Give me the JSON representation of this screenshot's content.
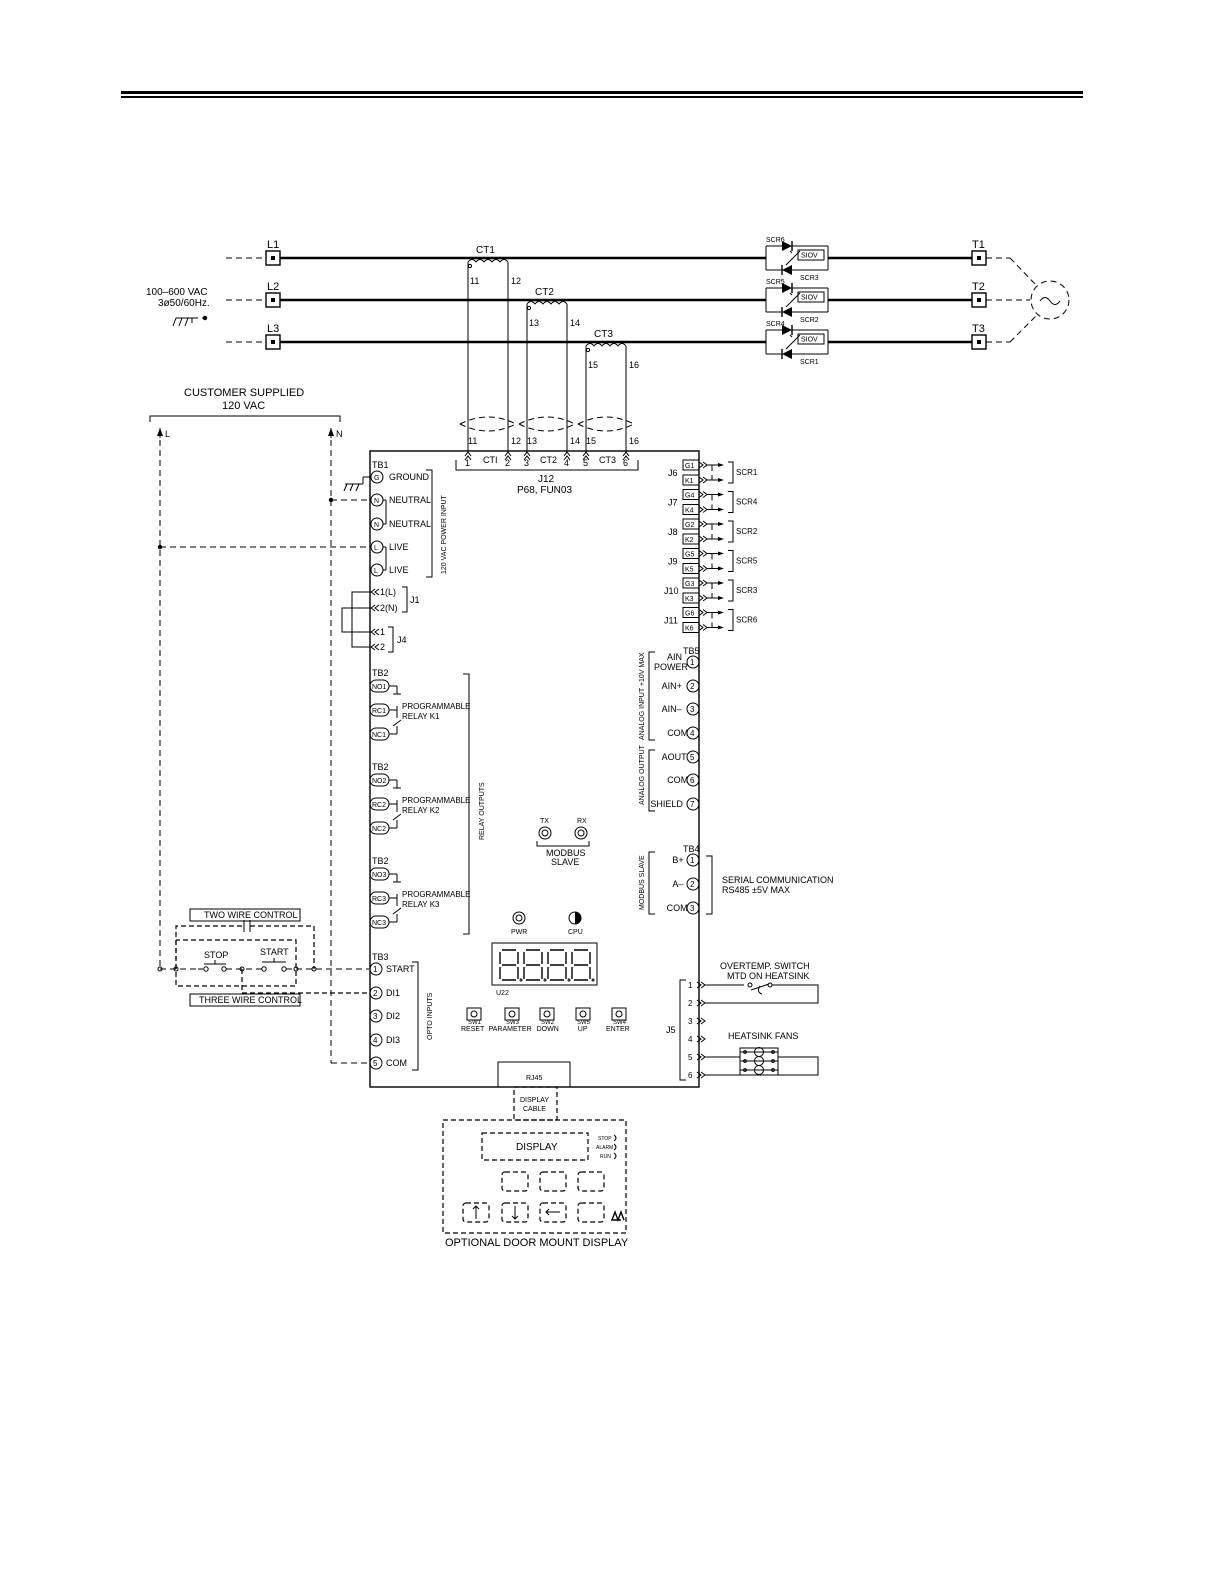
{
  "supply": {
    "lines": [
      "L1",
      "L2",
      "L3"
    ],
    "voltage": "100–600 VAC",
    "phase": "3ø50/60Hz.",
    "outputs": [
      "T1",
      "T2",
      "T3"
    ]
  },
  "cts": [
    {
      "label": "CT1",
      "t1": "11",
      "t2": "12"
    },
    {
      "label": "CT2",
      "t1": "13",
      "t2": "14"
    },
    {
      "label": "CT3",
      "t1": "15",
      "t2": "16"
    }
  ],
  "scr_top": [
    {
      "upper": "SCR6",
      "lower": "SCR3"
    },
    {
      "upper": "SCR5",
      "lower": "SCR2"
    },
    {
      "upper": "SCR4",
      "lower": "SCR1"
    }
  ],
  "siov": "SIOV",
  "customer": {
    "line1": "CUSTOMER SUPPLIED",
    "line2": "120 VAC",
    "l": "L",
    "n": "N"
  },
  "j12": {
    "pins": [
      "1",
      "2",
      "3",
      "4",
      "5",
      "6"
    ],
    "top": [
      "11",
      "12",
      "13",
      "14",
      "15",
      "16"
    ],
    "groups": [
      "CTI",
      "CT2",
      "CT3"
    ],
    "name": "J12",
    "sub": "P68, FUN03"
  },
  "tb1": {
    "name": "TB1",
    "rows": [
      {
        "pin": "G",
        "label": "GROUND"
      },
      {
        "pin": "N",
        "label": "NEUTRAL"
      },
      {
        "pin": "N",
        "label": "NEUTRAL"
      },
      {
        "pin": "L",
        "label": "LIVE"
      },
      {
        "pin": "L",
        "label": "LIVE"
      }
    ],
    "vertical": "120 VAC POWER INPUT"
  },
  "j1": {
    "name": "J1",
    "pins": [
      "1(L)",
      "2(N)"
    ]
  },
  "j4": {
    "name": "J4",
    "pins": [
      "1",
      "2"
    ]
  },
  "relays": [
    {
      "tb": "TB2",
      "pins": [
        "NO1",
        "RC1",
        "NC1"
      ],
      "l1": "PROGRAMMABLE",
      "l2": "RELAY K1"
    },
    {
      "tb": "TB2",
      "pins": [
        "NO2",
        "RC2",
        "NC2"
      ],
      "l1": "PROGRAMMABLE",
      "l2": "RELAY K2"
    },
    {
      "tb": "TB2",
      "pins": [
        "NO3",
        "RC3",
        "NC3"
      ],
      "l1": "PROGRAMMABLE",
      "l2": "RELAY K3"
    }
  ],
  "relay_outputs": "RELAY OUTPUTS",
  "tb3": {
    "name": "TB3",
    "rows": [
      {
        "pin": "1",
        "label": "START"
      },
      {
        "pin": "2",
        "label": "DI1"
      },
      {
        "pin": "3",
        "label": "DI2"
      },
      {
        "pin": "4",
        "label": "DI3"
      },
      {
        "pin": "5",
        "label": "COM"
      }
    ],
    "vertical": "OPTO INPUTS"
  },
  "control": {
    "two": "TWO WIRE CONTROL",
    "three": "THREE WIRE CONTROL",
    "stop": "STOP",
    "start": "START"
  },
  "gates": [
    {
      "j": "J6",
      "pins": [
        "G1",
        "K1"
      ],
      "scr": "SCR1"
    },
    {
      "j": "J7",
      "pins": [
        "G4",
        "K4"
      ],
      "scr": "SCR4"
    },
    {
      "j": "J8",
      "pins": [
        "G2",
        "K2"
      ],
      "scr": "SCR2"
    },
    {
      "j": "J9",
      "pins": [
        "G5",
        "K5"
      ],
      "scr": "SCR5"
    },
    {
      "j": "J10",
      "pins": [
        "G3",
        "K3"
      ],
      "scr": "SCR3"
    },
    {
      "j": "J11",
      "pins": [
        "G6",
        "K6"
      ],
      "scr": "SCR6"
    }
  ],
  "tb5": {
    "name": "TB5",
    "rows": [
      {
        "pin": "1",
        "label1": "AIN",
        "label2": "POWER"
      },
      {
        "pin": "2",
        "label1": "AIN+",
        "label2": ""
      },
      {
        "pin": "3",
        "label1": "AIN–",
        "label2": ""
      },
      {
        "pin": "4",
        "label1": "COM",
        "label2": ""
      },
      {
        "pin": "5",
        "label1": "AOUT",
        "label2": ""
      },
      {
        "pin": "6",
        "label1": "COM",
        "label2": ""
      },
      {
        "pin": "7",
        "label1": "SHIELD",
        "label2": ""
      }
    ],
    "analog_in": "ANALOG INPUT +10V MAX",
    "analog_out": "ANALOG OUTPUT"
  },
  "tb4": {
    "name": "TB4",
    "rows": [
      {
        "pin": "1",
        "label": "B+"
      },
      {
        "pin": "2",
        "label": "A–"
      },
      {
        "pin": "3",
        "label": "COM"
      }
    ],
    "vertical": "MODBUS SLAVE",
    "serial1": "SERIAL COMMUNICATION",
    "serial2": "RS485 ±5V MAX"
  },
  "leds": {
    "tx": "TX",
    "rx": "RX",
    "modbus1": "MODBUS",
    "modbus2": "SLAVE",
    "pwr": "PWR",
    "cpu": "CPU"
  },
  "u22": "U22",
  "switches": [
    {
      "id": "SW1",
      "label": "RESET"
    },
    {
      "id": "SW3",
      "label": "PARAMETER"
    },
    {
      "id": "SW2",
      "label": "DOWN"
    },
    {
      "id": "SW5",
      "label": "UP"
    },
    {
      "id": "SW4",
      "label": "ENTER"
    }
  ],
  "j5": {
    "name": "J5",
    "pins": [
      "1",
      "2",
      "3",
      "4",
      "5",
      "6"
    ],
    "overtemp1": "OVERTEMP. SWITCH",
    "overtemp2": "MTD ON HEATSINK",
    "fans": "HEATSINK FANS"
  },
  "rj45": "RJ45",
  "cable1": "DISPLAY",
  "cable2": "CABLE",
  "door": {
    "display": "DISPLAY",
    "stop": "STOP",
    "alarm": "ALARM",
    "run": "RUN",
    "title": "OPTIONAL DOOR MOUNT DISPLAY"
  }
}
